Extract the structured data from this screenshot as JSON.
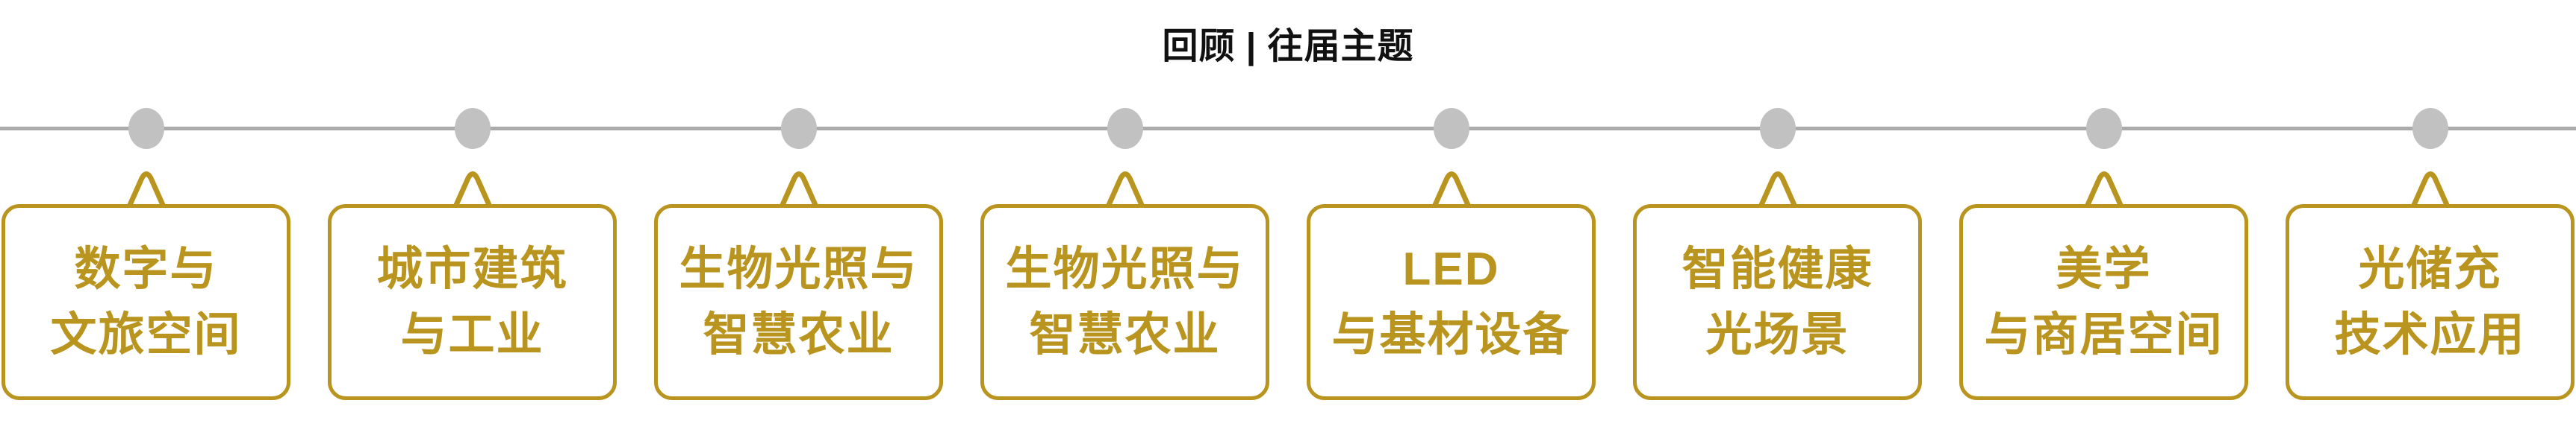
{
  "title": "回顾 | 往届主题",
  "colors": {
    "gold": "#B9941E",
    "timeline_line_gray": "#ABABAB",
    "dot_gray": "#C1C1C1",
    "title_color": "#111111",
    "background": "#FFFFFF"
  },
  "timeline": {
    "items": [
      {
        "line1": "数字与",
        "line2": "文旅空间"
      },
      {
        "line1": "城市建筑",
        "line2": "与工业"
      },
      {
        "line1": "生物光照与",
        "line2": "智慧农业"
      },
      {
        "line1": "生物光照与",
        "line2": "智慧农业"
      },
      {
        "line1": "LED",
        "line2": "与基材设备"
      },
      {
        "line1": "智能健康",
        "line2": "光场景"
      },
      {
        "line1": "美学",
        "line2": "与商居空间"
      },
      {
        "line1": "光储充",
        "line2": "技术应用"
      }
    ]
  }
}
